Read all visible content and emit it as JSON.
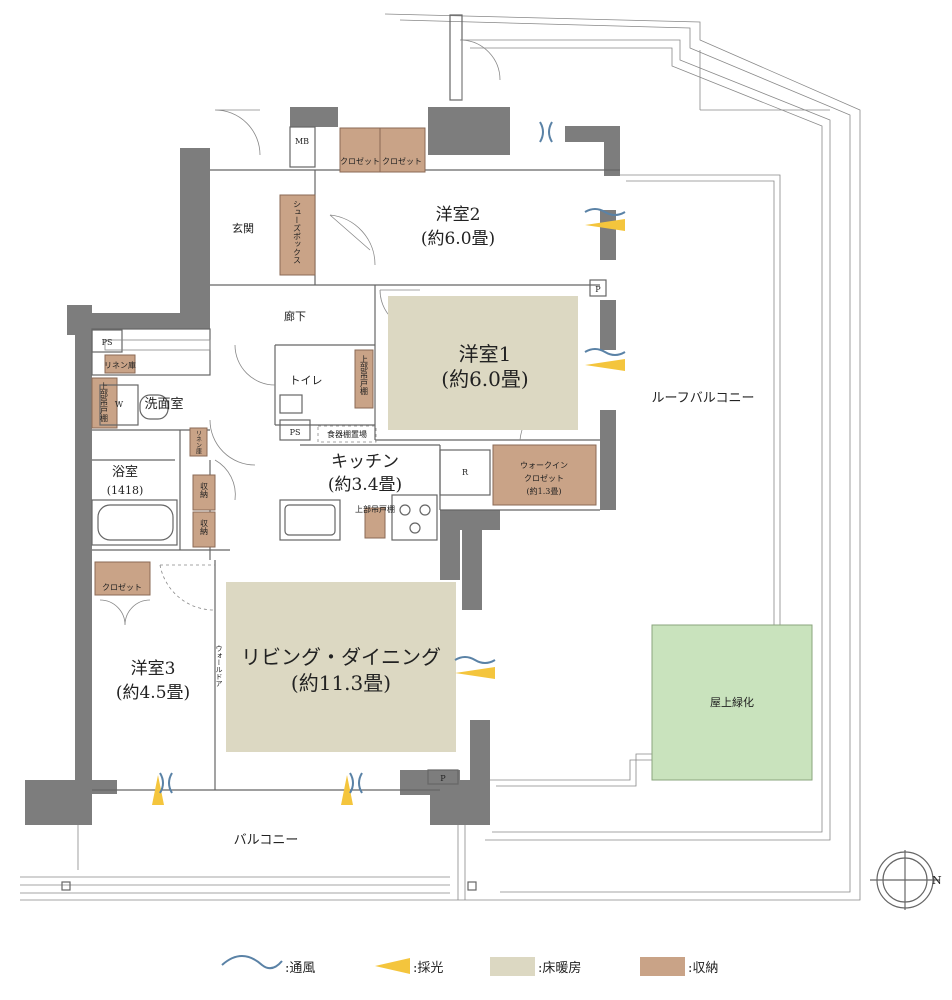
{
  "rooms": {
    "western2": {
      "name": "洋室2",
      "size": "(約6.0畳)"
    },
    "western1": {
      "name": "洋室1",
      "size": "(約6.0畳)"
    },
    "western3": {
      "name": "洋室3",
      "size": "(約4.5畳)"
    },
    "kitchen": {
      "name": "キッチン",
      "size": "(約3.4畳)"
    },
    "living": {
      "name": "リビング・ダイニング",
      "size": "(約11.3畳)"
    },
    "bath": {
      "name": "浴室",
      "size": "(1418)"
    },
    "washroom": "洗面室",
    "toilet": "トイレ",
    "entrance": "玄関",
    "corridor": "廊下",
    "roof_balcony": "ルーフバルコニー",
    "balcony": "バルコニー",
    "rooftop_green": "屋上緑化"
  },
  "fixtures": {
    "mb": "MB",
    "ps1": "PS",
    "ps2": "PS",
    "p1": "P",
    "p2": "P",
    "r": "R",
    "w": "W",
    "closet_a": "クロゼット",
    "closet_b": "クロゼット",
    "closet_c": "クロゼット",
    "shoes_box": "シューズボックス",
    "linen_1": "リネン庫",
    "linen_2": "リネン庫",
    "upper_cabinet_wash": "上部吊戸棚",
    "upper_cabinet_toilet": "上部吊戸棚",
    "upper_cabinet_kitchen": "上部吊戸棚",
    "storage_1": "収納",
    "storage_2": "収納",
    "dish_shelf": "食器棚置場",
    "walk_in_line1": "ウォークイン",
    "walk_in_line2": "クロゼット",
    "walk_in_size": "(約1.3畳)",
    "wall_door": "ウォールドア",
    "compass_n": "N"
  },
  "legend": {
    "ventilation": ":通風",
    "lighting": ":採光",
    "floor_heating": ":床暖房",
    "storage": ":収納"
  },
  "colors": {
    "wall": "#7d7d7d",
    "storage": "#c9a387",
    "floor_heating": "#dcd8c2",
    "rooftop_green": "#c9e3bd",
    "lighting": "#f4c53d",
    "ventilation": "#5a82a6"
  }
}
